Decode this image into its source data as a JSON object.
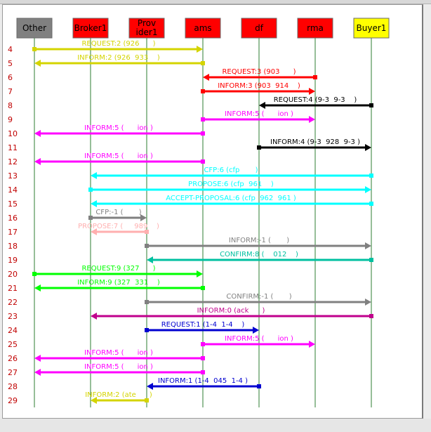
{
  "agents": [
    {
      "id": "other",
      "label": "Other",
      "color": "#808080",
      "text_color": "#000000"
    },
    {
      "id": "broker1",
      "label": "Broker1",
      "color": "#ff0000",
      "text_color": "#000000"
    },
    {
      "id": "provider1",
      "label": "Prov\nider1",
      "color": "#ff0000",
      "text_color": "#000000"
    },
    {
      "id": "ams",
      "label": "ams",
      "color": "#ff0000",
      "text_color": "#000000"
    },
    {
      "id": "df",
      "label": "df",
      "color": "#ff0000",
      "text_color": "#000000"
    },
    {
      "id": "rma",
      "label": "rma",
      "color": "#ff0000",
      "text_color": "#000000"
    },
    {
      "id": "buyer1",
      "label": "Buyer1",
      "color": "#ffff00",
      "text_color": "#000000"
    }
  ],
  "messages": [
    {
      "row": "4",
      "from": 0,
      "to": 3,
      "label": "REQUEST:2 (926      )",
      "color": "#d4d400"
    },
    {
      "row": "5",
      "from": 3,
      "to": 0,
      "label": "INFORM:2 (926  933    )",
      "color": "#d4d400"
    },
    {
      "row": "6",
      "from": 5,
      "to": 3,
      "label": "REQUEST:3 (903      )",
      "color": "#ff0000"
    },
    {
      "row": "7",
      "from": 3,
      "to": 5,
      "label": "INFORM:3 (903  914    )",
      "color": "#ff0000"
    },
    {
      "row": "8",
      "from": 6,
      "to": 4,
      "label": "REQUEST:4 (9-3  9-3    )",
      "color": "#000000"
    },
    {
      "row": "9",
      "from": 3,
      "to": 5,
      "label": "INFORM:5 (      ion )",
      "color": "#ff00ff"
    },
    {
      "row": "10",
      "from": 3,
      "to": 0,
      "label": "INFORM:5 (      ion )",
      "color": "#ff00ff"
    },
    {
      "row": "11",
      "from": 4,
      "to": 6,
      "label": "INFORM:4 (9-3  928  9-3 )",
      "color": "#000000"
    },
    {
      "row": "12",
      "from": 3,
      "to": 0,
      "label": "INFORM:5 (      ion )",
      "color": "#ff00ff"
    },
    {
      "row": "13",
      "from": 6,
      "to": 1,
      "label": "CFP:6 (cfp       )",
      "color": "#00ffff"
    },
    {
      "row": "14",
      "from": 1,
      "to": 6,
      "label": "PROPOSE:6 (cfp  961    )",
      "color": "#00ffff"
    },
    {
      "row": "15",
      "from": 6,
      "to": 1,
      "label": "ACCEPT-PROPOSAL:6 (cfp  962  961 )",
      "color": "#00ffff"
    },
    {
      "row": "16",
      "from": 1,
      "to": 2,
      "label": "CFP:-1 (       )",
      "color": "#808080"
    },
    {
      "row": "17",
      "from": 2,
      "to": 1,
      "label": "PROPOSE:7 (     989    )",
      "color": "#ffafaf"
    },
    {
      "row": "18",
      "from": 2,
      "to": 6,
      "label": "INFORM:-1 (       )",
      "color": "#808080"
    },
    {
      "row": "19",
      "from": 6,
      "to": 2,
      "label": "CONFIRM:8 (    012    )",
      "color": "#00c0a0"
    },
    {
      "row": "20",
      "from": 0,
      "to": 3,
      "label": "REQUEST:9 (327      )",
      "color": "#00ff00"
    },
    {
      "row": "21",
      "from": 3,
      "to": 0,
      "label": "INFORM:9 (327  331    )",
      "color": "#00ff00"
    },
    {
      "row": "22",
      "from": 2,
      "to": 6,
      "label": "CONFIRM:-1 (       )",
      "color": "#808080"
    },
    {
      "row": "23",
      "from": 6,
      "to": 1,
      "label": "INFORM:0 (ack      )",
      "color": "#c0008c"
    },
    {
      "row": "24",
      "from": 2,
      "to": 4,
      "label": "REQUEST:1 (1-4  1-4    )",
      "color": "#0000d0"
    },
    {
      "row": "25",
      "from": 3,
      "to": 5,
      "label": "INFORM:5 (      ion )",
      "color": "#ff00ff"
    },
    {
      "row": "26",
      "from": 3,
      "to": 0,
      "label": "INFORM:5 (      ion )",
      "color": "#ff00ff"
    },
    {
      "row": "27",
      "from": 3,
      "to": 0,
      "label": "INFORM:5 (      ion )",
      "color": "#ff00ff"
    },
    {
      "row": "28",
      "from": 4,
      "to": 2,
      "label": "INFORM:1 (1-4  045  1-4 )",
      "color": "#0000d0"
    },
    {
      "row": "29",
      "from": 2,
      "to": 1,
      "label": "INFORM:2 (ate      )",
      "color": "#d4d400"
    }
  ]
}
